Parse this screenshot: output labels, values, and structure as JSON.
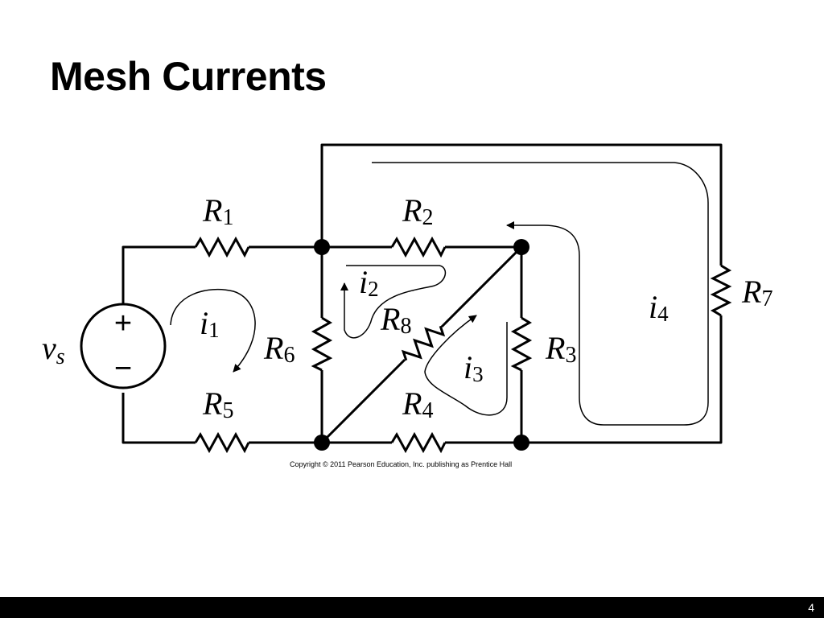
{
  "slide": {
    "title": "Mesh Currents",
    "page_number": "4"
  },
  "circuit": {
    "source": {
      "label": "v",
      "subscript": "s",
      "plus": "+",
      "minus": "−"
    },
    "resistors": [
      {
        "id": "R1",
        "letter": "R",
        "sub": "1"
      },
      {
        "id": "R2",
        "letter": "R",
        "sub": "2"
      },
      {
        "id": "R3",
        "letter": "R",
        "sub": "3"
      },
      {
        "id": "R4",
        "letter": "R",
        "sub": "4"
      },
      {
        "id": "R5",
        "letter": "R",
        "sub": "5"
      },
      {
        "id": "R6",
        "letter": "R",
        "sub": "6"
      },
      {
        "id": "R7",
        "letter": "R",
        "sub": "7"
      },
      {
        "id": "R8",
        "letter": "R",
        "sub": "8"
      }
    ],
    "mesh_currents": [
      {
        "id": "i1",
        "letter": "i",
        "sub": "1"
      },
      {
        "id": "i2",
        "letter": "i",
        "sub": "2"
      },
      {
        "id": "i3",
        "letter": "i",
        "sub": "3"
      },
      {
        "id": "i4",
        "letter": "i",
        "sub": "4"
      }
    ],
    "copyright": "Copyright © 2011 Pearson Education, Inc. publishing as Prentice Hall"
  }
}
